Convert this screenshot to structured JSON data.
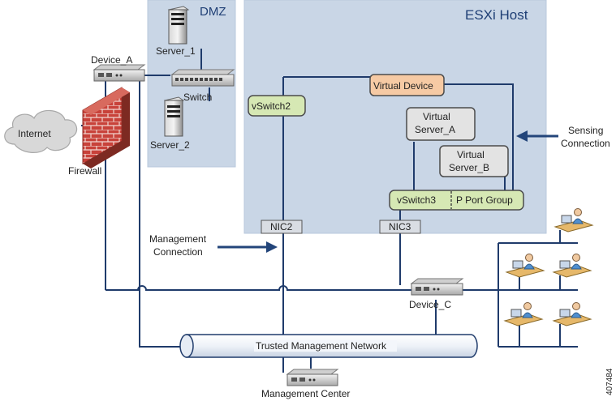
{
  "zones": {
    "dmz": "DMZ",
    "esxi_host": "ESXi Host"
  },
  "devices": {
    "device_a": "Device_A",
    "device_c": "Device_C",
    "management_center": "Management Center",
    "switch": "Switch",
    "server_1": "Server_1",
    "server_2": "Server_2",
    "firewall": "Firewall",
    "internet": "Internet"
  },
  "esxi": {
    "virtual_device": "Virtual Device",
    "vswitch2": "vSwitch2",
    "vswitch3": "vSwitch3",
    "port_group": "P Port Group",
    "virtual_server_a": [
      "Virtual",
      "Server_A"
    ],
    "virtual_server_b": [
      "Virtual",
      "Server_B"
    ],
    "nic2": "NIC2",
    "nic3": "NIC3"
  },
  "callouts": {
    "sensing_connection": [
      "Sensing",
      "Connection"
    ],
    "management_connection": [
      "Management",
      "Connection"
    ]
  },
  "network": {
    "trusted_management_network": "Trusted Management Network"
  },
  "figure_id": "407484",
  "colors": {
    "esxi_fill": "#c9d6e6",
    "dmz_fill": "#c9d6e6",
    "virtual_device_fill": "#f6caa4",
    "vswitch_fill": "#d6e8b4",
    "virtual_server_fill": "#e3e3e3",
    "arrow": "#23457a",
    "zone_title": "#1f3f75"
  }
}
